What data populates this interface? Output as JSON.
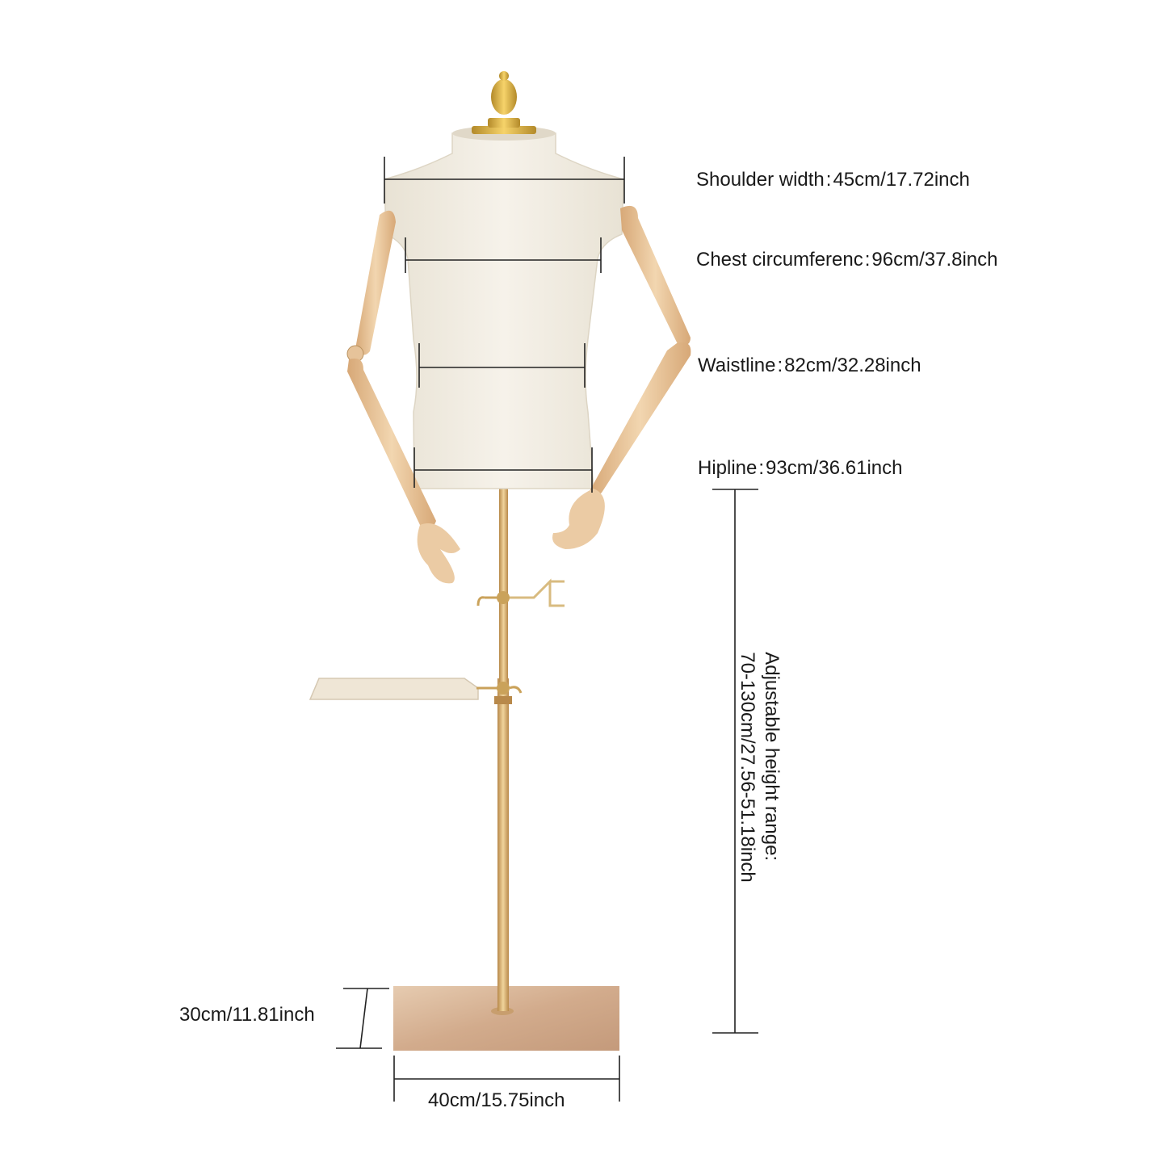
{
  "measurements": {
    "shoulder": {
      "name": "Shoulder width",
      "sep": ":",
      "value": "45cm/17.72inch"
    },
    "chest": {
      "name": "Chest circumferenc",
      "sep": ":",
      "value": "96cm/37.8inch"
    },
    "waist": {
      "name": "Waistline",
      "sep": ":",
      "value": "82cm/32.28inch"
    },
    "hip": {
      "name": "Hipline",
      "sep": ":",
      "value": "93cm/36.61inch"
    },
    "height": {
      "line1": "Adjustable height range:",
      "line2": "70-130cm/27.56-51.18inch"
    },
    "base_depth": "30cm/11.81inch",
    "base_width": "40cm/15.75inch"
  },
  "colors": {
    "fabric": "#f3efe6",
    "wood": "#e6c39a",
    "gold": "#c9a15a",
    "base": "#d8b89a",
    "line": "#222222"
  }
}
